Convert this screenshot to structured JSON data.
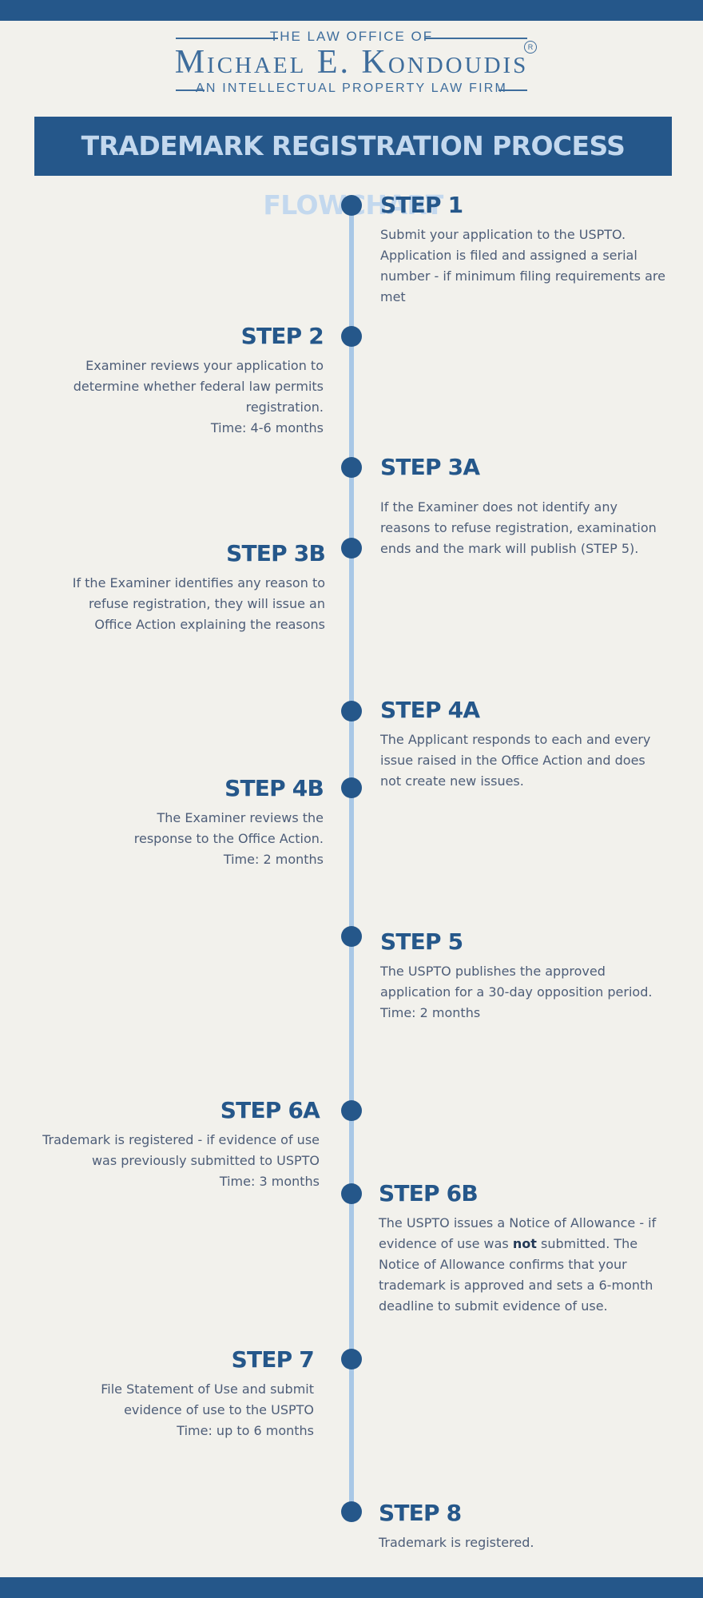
{
  "header": {
    "line1": "THE LAW OFFICE OF",
    "line2": "Michael E. Kondoudis",
    "registered_mark": "R",
    "line3": "AN INTELLECTUAL PROPERTY LAW FIRM"
  },
  "banner": {
    "title": "TRADEMARK REGISTRATION PROCESS FLOWCHART"
  },
  "steps": [
    {
      "title": "STEP 1",
      "desc": "Submit your application to the USPTO. Application is filed and assigned a serial number - if minimum filing requirements are met"
    },
    {
      "title": "STEP 2",
      "desc": "Examiner reviews your application to determine whether federal law permits registration.",
      "time": "Time: 4-6 months"
    },
    {
      "title": "STEP 3A",
      "desc": "If the Examiner does not identify any reasons to refuse registration, examination ends and the mark will publish (STEP 5)."
    },
    {
      "title": "STEP 3B",
      "desc": "If the Examiner identifies any reason to refuse registration, they will issue an Office Action explaining the reasons"
    },
    {
      "title": "STEP 4A",
      "desc": "The Applicant responds to each and every issue raised in the Office Action and does not create new issues."
    },
    {
      "title": "STEP 4B",
      "desc": "The Examiner reviews the response to the Office Action.",
      "time": "Time: 2 months"
    },
    {
      "title": "STEP 5",
      "desc": "The USPTO publishes the approved application for a 30-day opposition period.",
      "time": "Time: 2 months"
    },
    {
      "title": "STEP 6A",
      "desc": "Trademark is registered - if evidence of use was previously submitted to USPTO",
      "time": "Time: 3 months"
    },
    {
      "title": "STEP 6B",
      "desc_pre": "The USPTO issues a Notice of Allowance - if evidence of use was",
      "desc_bold": "not",
      "desc_post": "submitted. The Notice of Allowance confirms that your trademark is approved and sets a 6-month deadline to submit evidence of use."
    },
    {
      "title": "STEP 7",
      "desc": "File Statement of Use and submit evidence of use to the USPTO",
      "time": "Time: up to 6 months"
    },
    {
      "title": "STEP 8",
      "desc": "Trademark is registered."
    }
  ]
}
